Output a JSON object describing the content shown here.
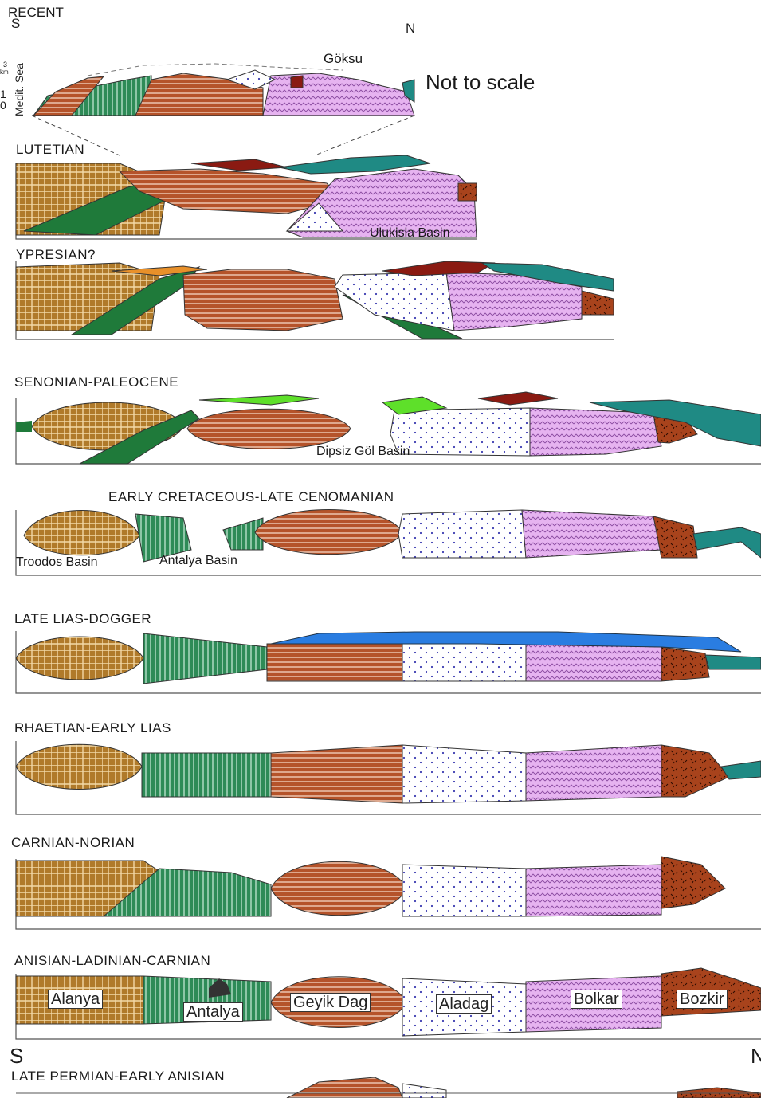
{
  "recent": {
    "title": "RECENT",
    "south": "S",
    "north": "N",
    "place": "Göksu",
    "note": "Not to scale",
    "side_label": "Medit. Sea",
    "scale_ticks": [
      "3",
      "km",
      "1",
      "0"
    ]
  },
  "periods": [
    "LUTETIAN",
    "YPRESIAN?",
    "SENONIAN-PALEOCENE",
    "EARLY CRETACEOUS-LATE CENOMANIAN",
    "LATE LIAS-DOGGER",
    "RHAETIAN-EARLY LIAS",
    "CARNIAN-NORIAN",
    "ANISIAN-LADINIAN-CARNIAN",
    "LATE PERMIAN-EARLY  ANISIAN"
  ],
  "basins": {
    "ulukisla": "Ulukisla Basin",
    "dipsiz": "Dipsiz Göl Basin",
    "troodos": "Troodos Basin",
    "antalya": "Antalya Basin"
  },
  "terranes": [
    "Alanya",
    "Antalya",
    "Geyik Dag",
    "Aladag",
    "Bolkar",
    "Bozkir"
  ],
  "bottom_south": "S",
  "bottom_north": "N",
  "colors": {
    "alanya": "#b07a2a",
    "antalya": "#2e8b57",
    "geyik": "#b5532a",
    "aladag": "#ffffff",
    "bolkar": "#e6b3f0",
    "bozkir": "#a8431c",
    "ophiolite": "#1f8a84",
    "oceanic": "#1f7a3a",
    "blue": "#2a7de1",
    "lime": "#5ee02a",
    "red": "#8a1a12",
    "orange": "#e8902a"
  }
}
